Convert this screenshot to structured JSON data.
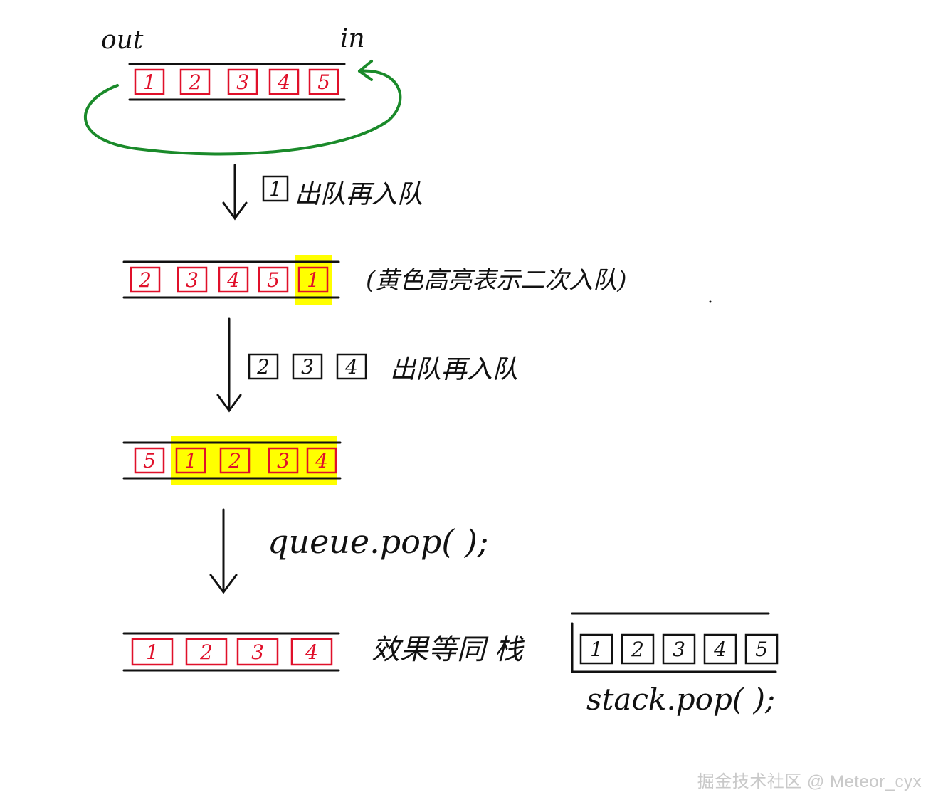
{
  "labels": {
    "out": "out",
    "in": "in",
    "step1": "出队再入队",
    "step1_num": "1",
    "note": "(黄色高亮表示二次入队)",
    "step2": "出队再入队",
    "step2_nums": [
      "2",
      "3",
      "4"
    ],
    "step3": "queue.pop( );",
    "result": "效果等同 栈",
    "stack_pop": "stack.pop( );"
  },
  "queues": {
    "q1": [
      "1",
      "2",
      "3",
      "4",
      "5"
    ],
    "q2": [
      "2",
      "3",
      "4",
      "5",
      "1"
    ],
    "q3": [
      "5",
      "1",
      "2",
      "3",
      "4"
    ],
    "q4": [
      "1",
      "2",
      "3",
      "4"
    ],
    "stack": [
      "1",
      "2",
      "3",
      "4",
      "5"
    ]
  },
  "highlighted": {
    "q2": [
      "1"
    ],
    "q3": [
      "1",
      "2",
      "3",
      "4"
    ]
  },
  "watermark": "掘金技术社区 @ Meteor_cyx",
  "colors": {
    "queue_items": "#e0102a",
    "highlight": "#ffff00",
    "rail": "#111111",
    "cycle_arrow": "#1a8a2a",
    "ink": "#111111"
  }
}
